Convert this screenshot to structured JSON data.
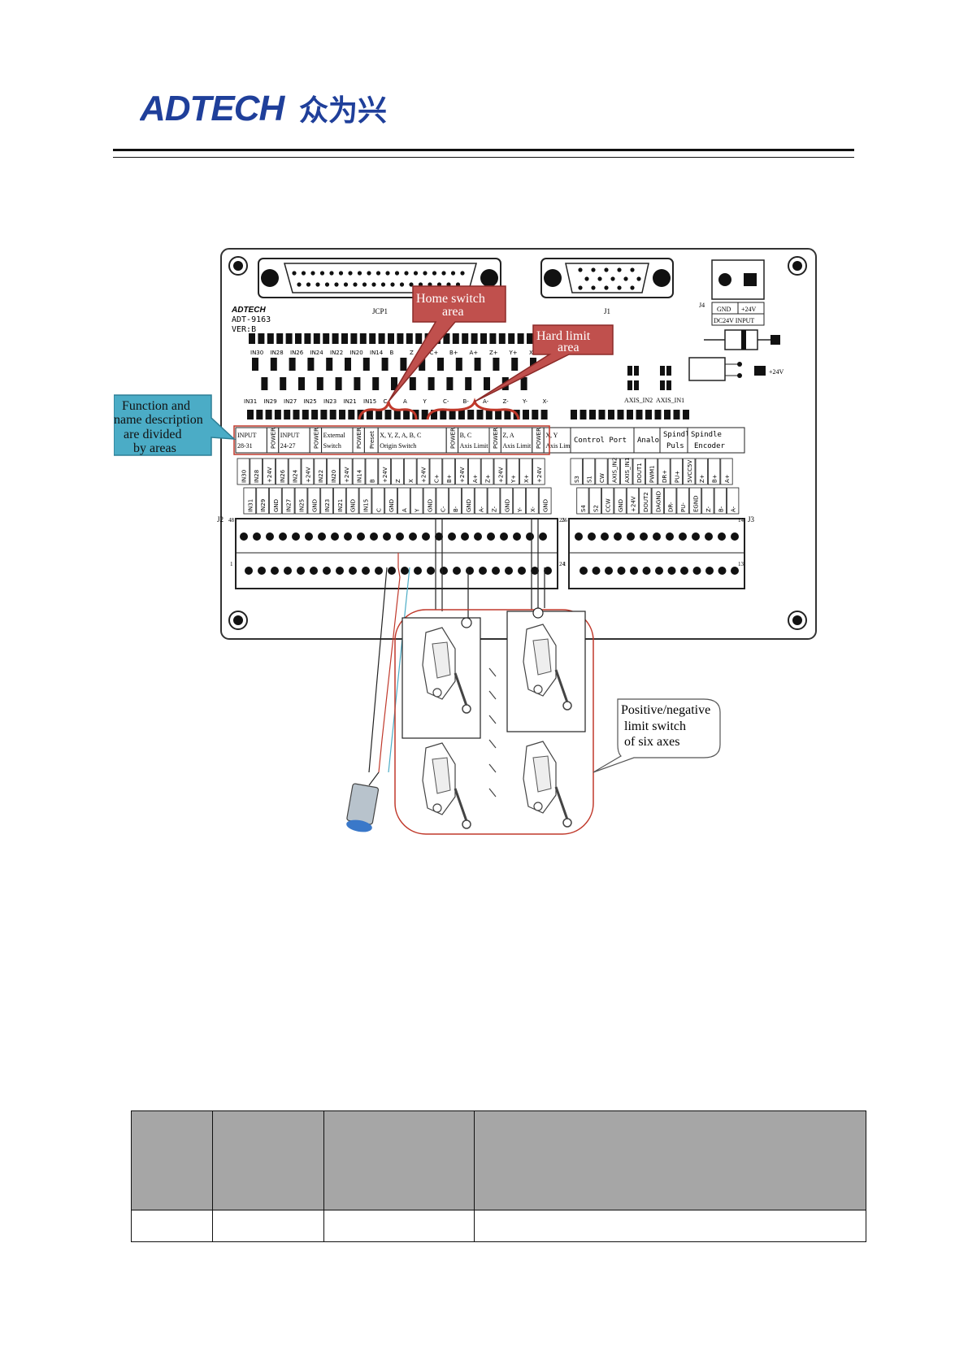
{
  "header": {
    "brand_latin": "ADTECH",
    "brand_cjk": "众为兴",
    "brand_color": "#1f3f9a"
  },
  "board": {
    "brand": "ADTECH",
    "model": "ADT-9163",
    "version": "VER:B",
    "connector_jcp1": "JCP1",
    "connector_j1": "J1",
    "connector_j4": "J4",
    "connector_j2": "J2",
    "connector_j3": "J3",
    "power_gnd": "GND",
    "power_24v": "+24V",
    "power_input": "DC24V INPUT",
    "plus24v_label": "+24V",
    "axis_in2": "AXIS_IN2",
    "axis_in1": "AXIS_IN1",
    "top_row_labels": [
      "IN30",
      "IN28",
      "IN26",
      "IN24",
      "IN22",
      "IN20",
      "IN14",
      "B",
      "Z",
      "C+",
      "B+",
      "A+",
      "Z+",
      "Y+",
      "X"
    ],
    "bottom_row_labels": [
      "IN31",
      "IN29",
      "IN27",
      "IN25",
      "IN23",
      "IN21",
      "IN15",
      "C",
      "A",
      "Y",
      "C-",
      "B-",
      "A-",
      "Z-",
      "Y-",
      "X-"
    ],
    "area_labels": [
      {
        "line1": "INPUT",
        "line2": "28-31"
      },
      {
        "line1": "POWER",
        "line2": ""
      },
      {
        "line1": "INPUT",
        "line2": "24-27"
      },
      {
        "line1": "POWER",
        "line2": ""
      },
      {
        "line1": "External",
        "line2": "Switch"
      },
      {
        "line1": "POWER",
        "line2": ""
      },
      {
        "line1": "Preset",
        "line2": ""
      },
      {
        "line1": "X, Y, Z, A, B, C",
        "line2": "Origin Switch"
      },
      {
        "line1": "POWER",
        "line2": ""
      },
      {
        "line1": "B, C",
        "line2": "Axis Limit"
      },
      {
        "line1": "POWER",
        "line2": ""
      },
      {
        "line1": "Z, A",
        "line2": "Axis Limit"
      },
      {
        "line1": "POWER",
        "line2": ""
      },
      {
        "line1": "X, Y",
        "line2": "Axis Limit"
      },
      {
        "line1": "POWER",
        "line2": ""
      }
    ],
    "right_area_labels": [
      {
        "line1": "Control Port",
        "line2": ""
      },
      {
        "line1": "Analog",
        "line2": ""
      },
      {
        "line1": "Spindle",
        "line2": "Puls"
      },
      {
        "line1": "Spindle",
        "line2": "Encoder"
      }
    ],
    "j2_row1": [
      "IN30",
      "IN28",
      "+24V",
      "IN26",
      "IN24",
      "+24V",
      "IN22",
      "IN20",
      "+24V",
      "IN14",
      "B",
      "+24V",
      "Z",
      "X",
      "+24V",
      "C+",
      "B+",
      "+24V",
      "A+",
      "Z+",
      "+24V",
      "Y+",
      "X+",
      "+24V"
    ],
    "j2_row2": [
      "IN31",
      "IN29",
      "GND",
      "IN27",
      "IN25",
      "GND",
      "IN23",
      "IN21",
      "GND",
      "IN15",
      "C",
      "GND",
      "A",
      "Y",
      "GND",
      "C-",
      "B-",
      "GND",
      "A-",
      "Z-",
      "GND",
      "Y-",
      "X-",
      "GND"
    ],
    "j3_row1": [
      "S3",
      "S1",
      "CW",
      "AXIS_IN2",
      "AXIS_IN1",
      "DOUT1",
      "PWM1",
      "DR+",
      "PU+",
      "5VCC5V",
      "Z+",
      "B+",
      "A+"
    ],
    "j3_row2": [
      "S4",
      "S2",
      "CCW",
      "GND",
      "+24V",
      "DOUT2",
      "DAGND",
      "DR-",
      "PU-",
      "EGND",
      "Z-",
      "B-",
      "A-"
    ],
    "pin_labels": {
      "j2_top_left": "48",
      "j2_top_right": "25",
      "j2_bot_left": "1",
      "j2_bot_right": "24",
      "j3_top_left": "26",
      "j3_top_right": "14",
      "j3_bot_left": "1",
      "j3_bot_right": "13"
    }
  },
  "callouts": {
    "home_switch": {
      "line1": "Home switch",
      "line2": "area"
    },
    "hard_limit": {
      "line1": "Hard limit",
      "line2": "area"
    },
    "function_desc": {
      "line1": "Function and",
      "line2": "name description",
      "line3": "are divided",
      "line4": "by areas"
    },
    "limit_switch": {
      "line1": "Positive/negative",
      "line2": "limit switch",
      "line3": "of six axes"
    }
  },
  "colors": {
    "callout_red": "#c0504d",
    "callout_red_border": "#8b2a28",
    "callout_blue": "#4bacc6",
    "callout_blue_border": "#2e7f95",
    "bracket_red": "#c0392b",
    "table_header_gray": "#a6a6a6"
  },
  "table": {
    "header": [
      "",
      "",
      "",
      ""
    ],
    "rows": [
      [
        "",
        "",
        "",
        ""
      ]
    ]
  }
}
